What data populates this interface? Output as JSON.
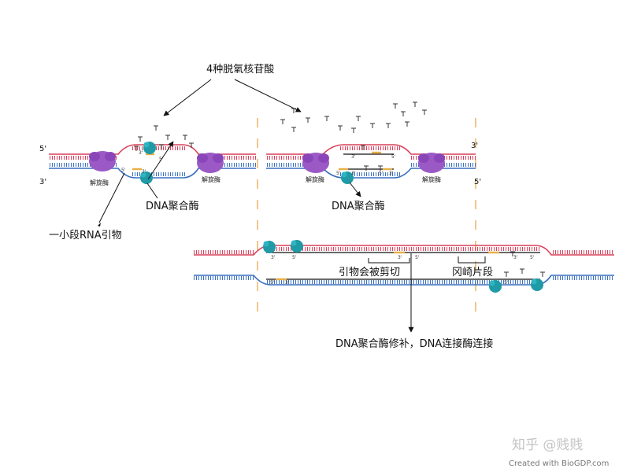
{
  "labels": {
    "deoxynucleotides": "4种脱氧核苷酸",
    "helicase": "解旋酶",
    "dna_polymerase": "DNA聚合酶",
    "rna_primer": "一小段RNA引物",
    "primer_removed": "引物会被剪切",
    "okazaki": "冈崎片段",
    "repair_ligase": "DNA聚合酶修补，DNA连接酶连接"
  },
  "ends": {
    "five": "5'",
    "three": "3'"
  },
  "watermark": "知乎 @贱贱",
  "credit": "Created with BioGDP.com",
  "colors": {
    "top_strand": "#d9405a",
    "bottom_strand": "#3a6fc0",
    "new_strand": "#111111",
    "primer": "#e8b04a",
    "helicase": "#9b59c6",
    "polymerase": "#1f9aa6",
    "divider": "#e8a040"
  }
}
